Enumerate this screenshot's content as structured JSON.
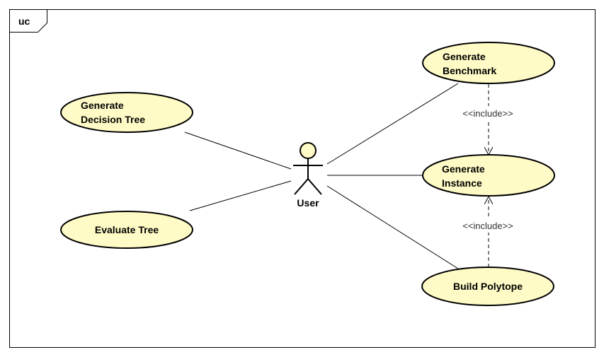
{
  "frame": {
    "label": "uc"
  },
  "actor": {
    "name": "User",
    "icon": "stick-figure-actor-icon"
  },
  "use_cases": {
    "generate_decision_tree": [
      "Generate",
      "Decision Tree"
    ],
    "evaluate_tree": [
      "Evaluate Tree"
    ],
    "generate_benchmark": [
      "Generate",
      "Benchmark"
    ],
    "generate_instance": [
      "Generate",
      "Instance"
    ],
    "build_polytope": [
      "Build Polytope"
    ]
  },
  "relationships": {
    "include_top": "<<include>>",
    "include_bottom": "<<include>>"
  },
  "colors": {
    "use_case_fill": "#fffbc6",
    "stroke": "#000000",
    "actor_head_fill": "#fffbc6",
    "stereotype_text": "#333333"
  }
}
